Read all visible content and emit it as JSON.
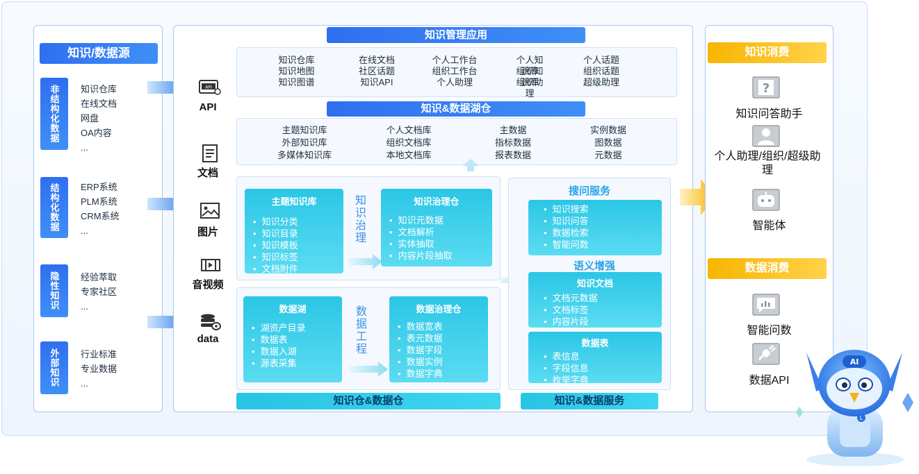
{
  "sources": {
    "title": "知识/数据源",
    "groups": [
      {
        "label": "非结构化数据",
        "items": [
          "知识仓库",
          "在线文档",
          "网盘",
          "OA内容",
          "..."
        ]
      },
      {
        "label": "结构化数据",
        "items": [
          "ERP系统",
          "PLM系统",
          "CRM系统",
          "..."
        ]
      },
      {
        "label": "隐性知识",
        "items": [
          "经验萃取",
          "专家社区",
          "..."
        ]
      },
      {
        "label": "外部知识",
        "items": [
          "行业标准",
          "专业数据",
          "..."
        ]
      }
    ]
  },
  "inputs": [
    {
      "label": "API",
      "icon": "api-icon"
    },
    {
      "label": "文档",
      "icon": "document-icon"
    },
    {
      "label": "图片",
      "icon": "image-icon"
    },
    {
      "label": "音视频",
      "icon": "video-icon"
    },
    {
      "label": "data",
      "icon": "database-icon"
    }
  ],
  "apps": {
    "title": "知识管理应用",
    "rows": [
      [
        "知识仓库",
        "在线文档",
        "个人工作台",
        "个人知识库",
        "个人话题"
      ],
      [
        "知识地图",
        "社区话题",
        "组织工作台",
        "组织知识库",
        "组织话题"
      ],
      [
        "知识图谱",
        "知识API",
        "个人助理",
        "组织助理",
        "超级助理"
      ]
    ]
  },
  "lake": {
    "title": "知识&数据湖仓",
    "rows": [
      [
        "主题知识库",
        "个人文档库",
        "主数据",
        "实例数据"
      ],
      [
        "外部知识库",
        "组织文档库",
        "指标数据",
        "图数据"
      ],
      [
        "多媒体知识库",
        "本地文档库",
        "报表数据",
        "元数据"
      ]
    ]
  },
  "warehouse": {
    "footer": "知识仓&数据仓",
    "topic": {
      "title": "主题知识库",
      "items": [
        "知识分类",
        "知识目录",
        "知识模板",
        "知识标签",
        "文档附件"
      ]
    },
    "k_process": "知识治理",
    "k_gov": {
      "title": "知识治理仓",
      "items": [
        "知识元数据",
        "文档解析",
        "实体抽取",
        "内容片段抽取"
      ]
    },
    "datalake": {
      "title": "数据湖",
      "items": [
        "湖资产目录",
        "数据表",
        "数据入湖",
        "源表采集"
      ]
    },
    "d_process": "数据工程",
    "d_gov": {
      "title": "数据治理仓",
      "items": [
        "数据宽表",
        "表元数据",
        "数据字段",
        "数据实例",
        "数据字典"
      ]
    }
  },
  "services": {
    "footer": "知识&数据服务",
    "search_title": "搜问服务",
    "search_items": [
      "知识搜索",
      "知识问答",
      "数据检索",
      "智能问数"
    ],
    "semantic_title": "语义增强",
    "doc": {
      "title": "知识文档",
      "items": [
        "文档元数据",
        "文档标签",
        "内容片段"
      ]
    },
    "table": {
      "title": "数据表",
      "items": [
        "表信息",
        "字段信息",
        "枚举字典"
      ]
    }
  },
  "consumption": {
    "knowledge_title": "知识消费",
    "knowledge_items": [
      {
        "label": "知识问答助手",
        "icon": "question-icon"
      },
      {
        "label": "个人助理/组织/超级助理",
        "icon": "user-icon"
      },
      {
        "label": "智能体",
        "icon": "robot-icon"
      }
    ],
    "data_title": "数据消费",
    "data_items": [
      {
        "label": "智能问数",
        "icon": "chat-icon"
      },
      {
        "label": "数据API",
        "icon": "plug-icon"
      }
    ]
  },
  "mascot": {
    "badge": "AI",
    "icon": "ai-robot-mascot"
  },
  "colors": {
    "primary": "#2f6ff0",
    "cyan": "#2bc6e6",
    "orange": "#f7b500"
  }
}
